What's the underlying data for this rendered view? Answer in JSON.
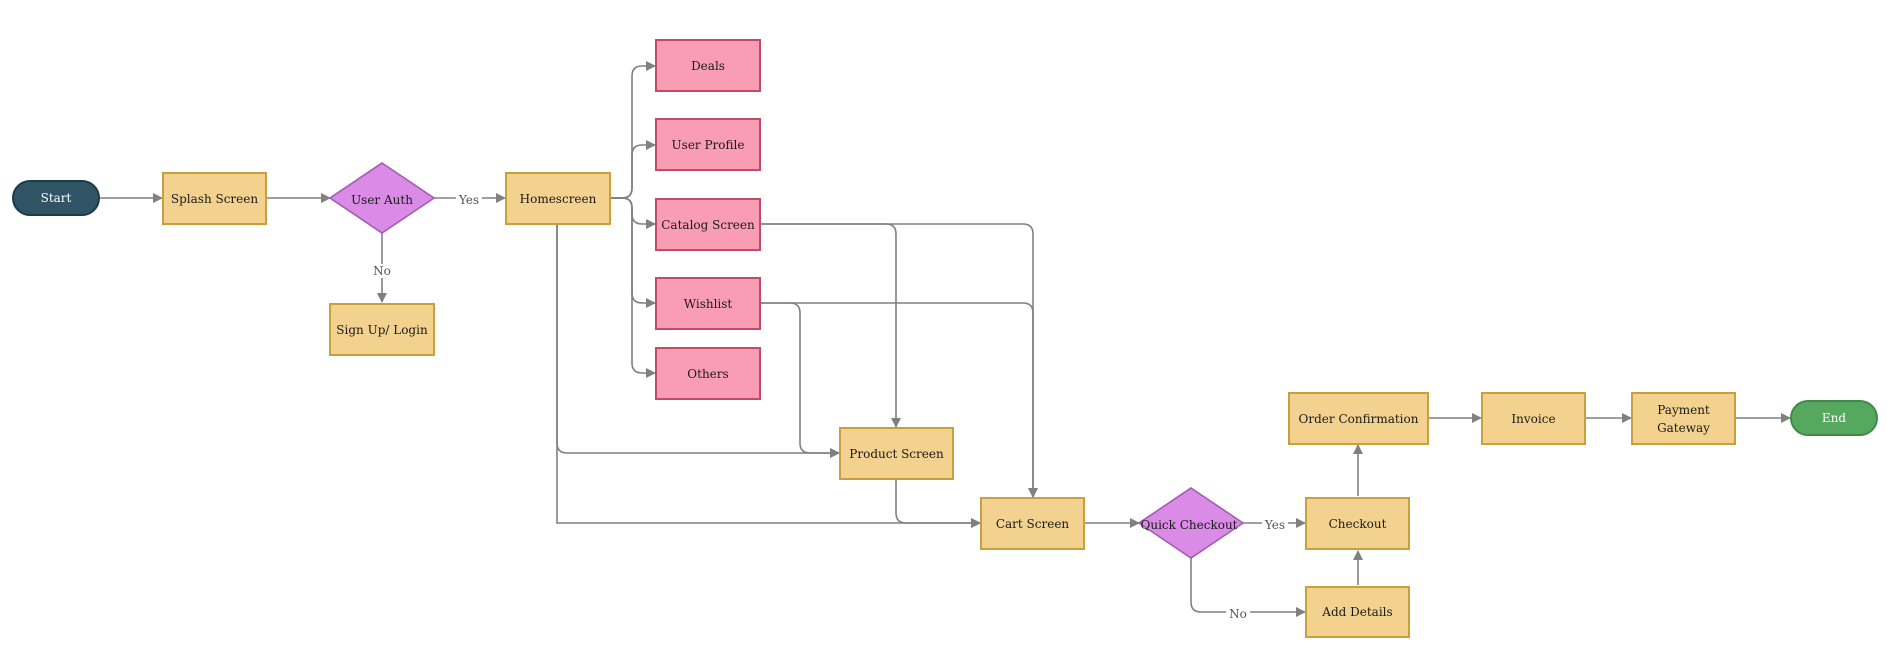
{
  "nodes": {
    "start": "Start",
    "splash": "Splash  Screen",
    "user_auth": "User Auth",
    "signup": "Sign Up/  Login",
    "home": "Homescreen",
    "deals": "Deals",
    "profile": "User Profile",
    "catalog": "Catalog  Screen",
    "wishlist": "Wishlist",
    "others": "Others",
    "product": "Product   Screen",
    "cart": "Cart  Screen",
    "quick": "Quick Checkout",
    "checkout": "Checkout",
    "add_details": "Add Details",
    "order_conf": "Order  Confirmation",
    "invoice": "Invoice",
    "payment": "Payment Gateway",
    "end": "End"
  },
  "edge_labels": {
    "auth_yes": "Yes",
    "auth_no": "No",
    "quick_yes": "Yes",
    "quick_no": "No"
  },
  "colors": {
    "process_fill": "#f2d28e",
    "sub_fill": "#f99db5",
    "decision_fill": "#d98be6",
    "start_fill": "#2e5466",
    "end_fill": "#57a85f",
    "connector": "#808080"
  }
}
